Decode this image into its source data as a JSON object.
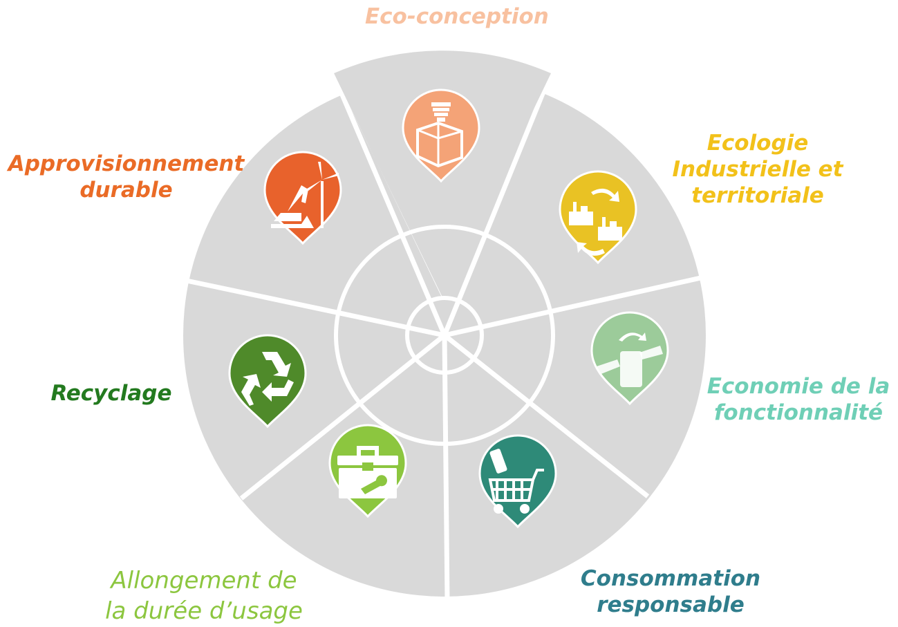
{
  "segments": [
    {
      "id": "eco-conception",
      "lines": [
        "Eco-conception"
      ],
      "color": "#f8c1a0",
      "pin": "#f4a377",
      "icon": "lightbulb-box-icon",
      "weight": "bold"
    },
    {
      "id": "ecologie-industrielle",
      "lines": [
        "Ecologie",
        "Industrielle et",
        "territoriale"
      ],
      "color": "#f2c11a",
      "pin": "#e9c224",
      "icon": "factories-cycle-icon",
      "weight": "bold"
    },
    {
      "id": "economie-fonctionnalite",
      "lines": [
        "Economie de la",
        "fonctionnalité"
      ],
      "color": "#6fcfb6",
      "pin": "#9ccb9a",
      "icon": "service-exchange-icon",
      "weight": "bold"
    },
    {
      "id": "consommation-responsable",
      "lines": [
        "Consommation",
        "responsable"
      ],
      "color": "#2f7d8c",
      "pin": "#2e8a78",
      "icon": "shopping-cart-icon",
      "weight": "bold"
    },
    {
      "id": "allongement-duree",
      "lines": [
        "Allongement de",
        "la durée d’usage"
      ],
      "color": "#8cc63f",
      "pin": "#8cc63f",
      "icon": "toolbox-icon",
      "weight": "light"
    },
    {
      "id": "recyclage",
      "lines": [
        "Recyclage"
      ],
      "color": "#237a1f",
      "pin": "#4f8a2a",
      "icon": "recycle-icon",
      "weight": "bold"
    },
    {
      "id": "approvisionnement-durable",
      "lines": [
        "Approvisionnement",
        "durable"
      ],
      "color": "#ea6b26",
      "pin": "#e8622c",
      "icon": "excavator-wind-icon",
      "weight": "bold"
    }
  ],
  "colors": {
    "wheel": "#d9d9d9",
    "separator": "#ffffff"
  }
}
